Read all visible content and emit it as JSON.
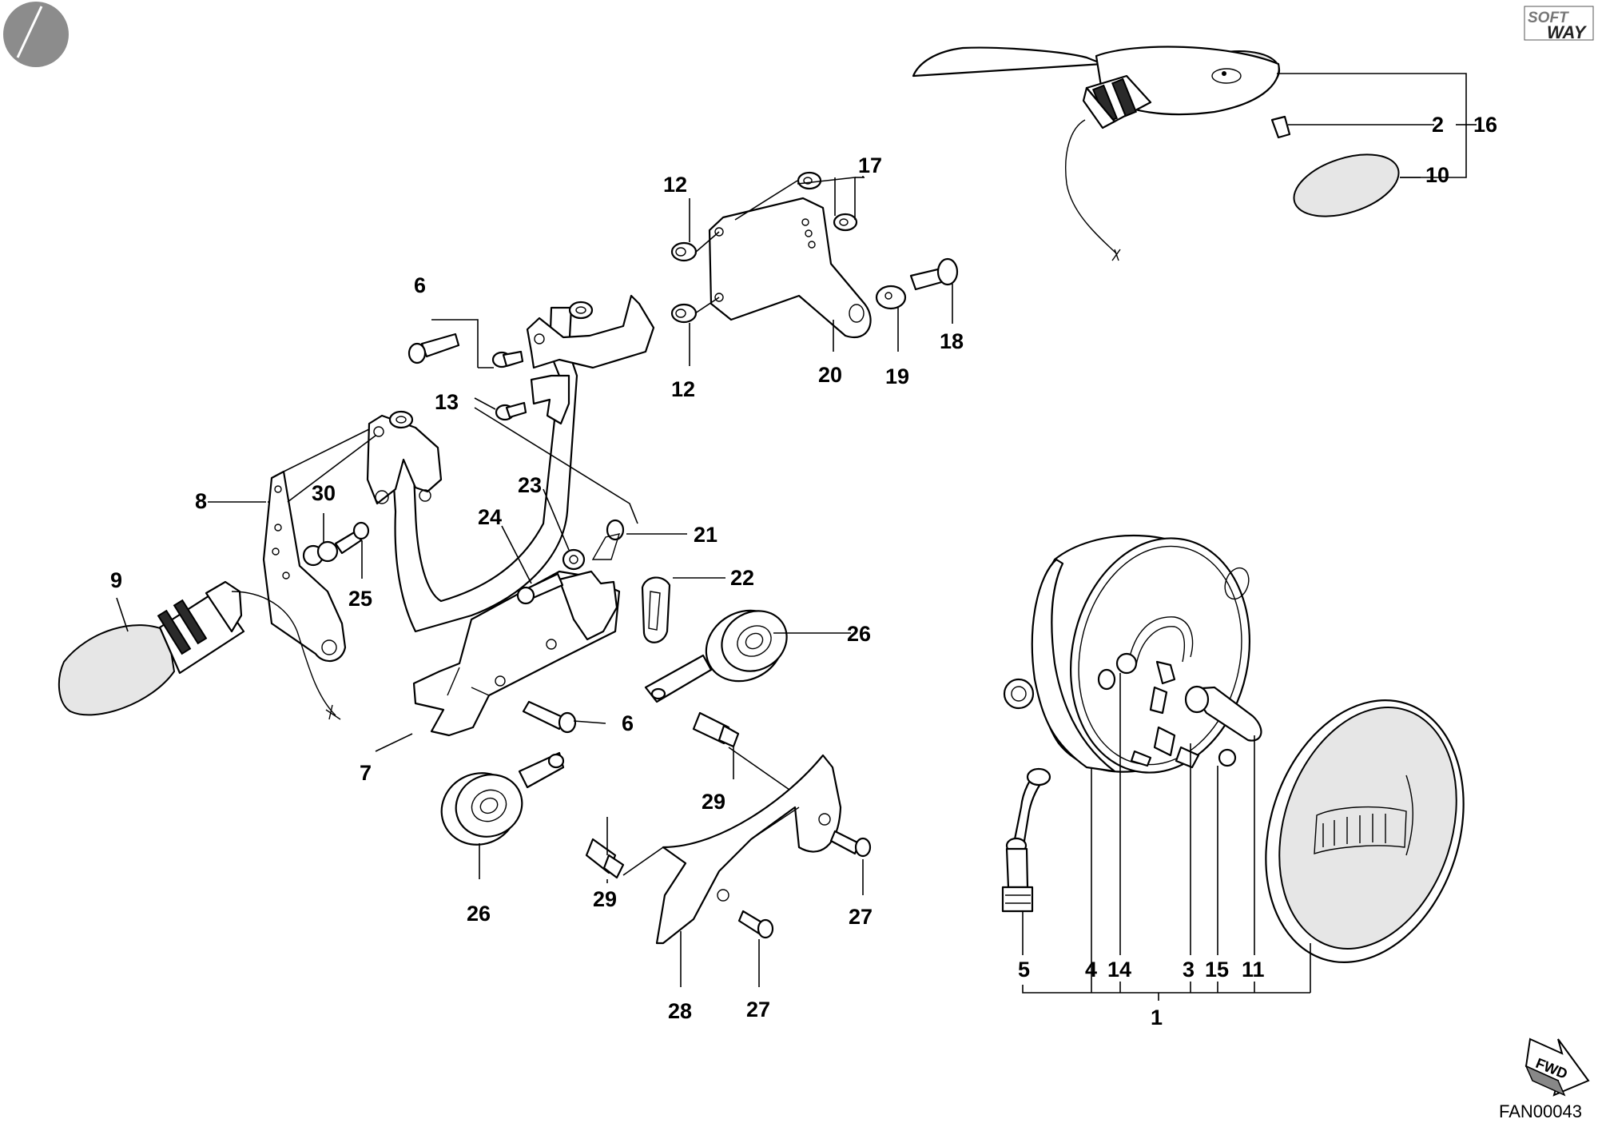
{
  "logo": {
    "line1": "SOFT",
    "line2": "WAY"
  },
  "fwd_label": "FWD",
  "drawing_code": "FAN00043",
  "callouts": {
    "c1": "1",
    "c2": "2",
    "c3": "3",
    "c4": "4",
    "c5": "5",
    "c6a": "6",
    "c6b": "6",
    "c7": "7",
    "c8": "8",
    "c9": "9",
    "c10": "10",
    "c11": "11",
    "c12a": "12",
    "c12b": "12",
    "c13": "13",
    "c14": "14",
    "c15": "15",
    "c16": "16",
    "c17": "17",
    "c18": "18",
    "c19": "19",
    "c20": "20",
    "c21": "21",
    "c22": "22",
    "c23": "23",
    "c24": "24",
    "c25": "25",
    "c26a": "26",
    "c26b": "26",
    "c27a": "27",
    "c27b": "27",
    "c28": "28",
    "c29a": "29",
    "c29b": "29",
    "c30": "30"
  }
}
